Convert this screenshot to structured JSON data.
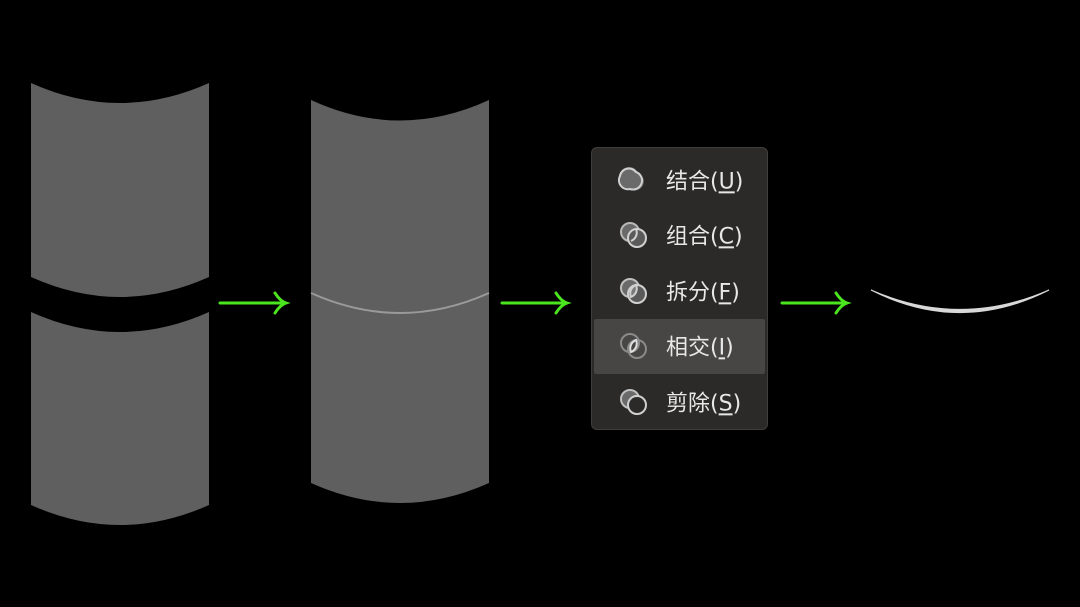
{
  "diagram": {
    "colors": {
      "background": "#000000",
      "cylinder_fill": "#5f5f5f",
      "seam": "#9a9a9a",
      "arrow": "#4be61e",
      "result_arc": "#d8d8d8",
      "menu_bg": "#2b2a29",
      "menu_highlight": "#474645",
      "menu_text": "#e8e8e8"
    },
    "steps": [
      {
        "id": "two-separate-cylinders",
        "description": "Two stacked separate cylinders"
      },
      {
        "id": "touching-cylinders",
        "description": "Two cylinders joined with seam line"
      },
      {
        "id": "merge-shapes-menu",
        "description": "Shape merge menu with 相交 highlighted"
      },
      {
        "id": "intersection-result",
        "description": "Resulting thin elliptical arc"
      }
    ],
    "arrows": [
      {
        "from": "two-separate-cylinders",
        "to": "touching-cylinders"
      },
      {
        "from": "touching-cylinders",
        "to": "merge-shapes-menu"
      },
      {
        "from": "merge-shapes-menu",
        "to": "intersection-result"
      }
    ]
  },
  "menu": {
    "items": [
      {
        "name": "union",
        "text": "结合(",
        "key": "U",
        "close": ")",
        "icon": "union-icon",
        "active": false
      },
      {
        "name": "combine",
        "text": "组合(",
        "key": "C",
        "close": ")",
        "icon": "combine-icon",
        "active": false
      },
      {
        "name": "fragment",
        "text": "拆分(",
        "key": "F",
        "close": ")",
        "icon": "fragment-icon",
        "active": false
      },
      {
        "name": "intersect",
        "text": "相交(",
        "key": "I",
        "close": ")",
        "icon": "intersect-icon",
        "active": true
      },
      {
        "name": "subtract",
        "text": "剪除(",
        "key": "S",
        "close": ")",
        "icon": "subtract-icon",
        "active": false
      }
    ]
  }
}
